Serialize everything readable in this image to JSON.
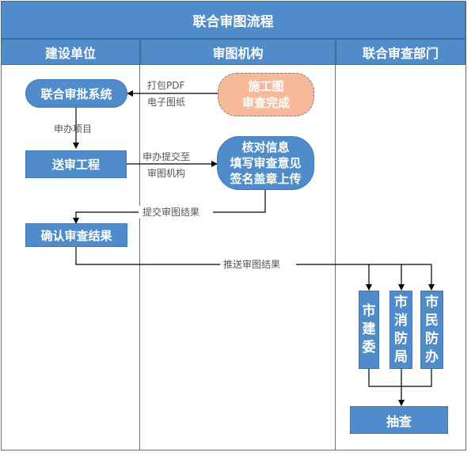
{
  "title": "联合审图流程",
  "lanes": [
    "建设单位",
    "审图机构",
    "联合审查部门"
  ],
  "nodes": {
    "joint_system": "联合审批系统",
    "drawing_done_1": "施工图",
    "drawing_done_2": "审查完成",
    "submit_project": "送审工程",
    "verify_1": "核对信息",
    "verify_2": "填写审查意见",
    "verify_3": "签名盖章上传",
    "confirm_result": "确认审查结果",
    "city_construction": [
      "市",
      "建",
      "委"
    ],
    "city_fire": [
      "市",
      "消",
      "防",
      "局"
    ],
    "city_civil_defense": [
      "市",
      "民",
      "防",
      "办"
    ],
    "spot_check": "抽查"
  },
  "edge_labels": {
    "pack_pdf_1": "打包PDF",
    "pack_pdf_2": "电子图纸",
    "apply_project": "申办项目",
    "apply_submit_1": "申办提交至",
    "apply_submit_2": "审图机构",
    "submit_result": "提交审图结果",
    "push_result": "推送审图结果"
  },
  "colors": {
    "header": "#4f8cc9",
    "node": "#4f8cc9",
    "highlight_node": "#f6b99a",
    "highlight_border": "#7f7f7f",
    "line": "#000000",
    "lane_border": "#6f6f6f"
  }
}
